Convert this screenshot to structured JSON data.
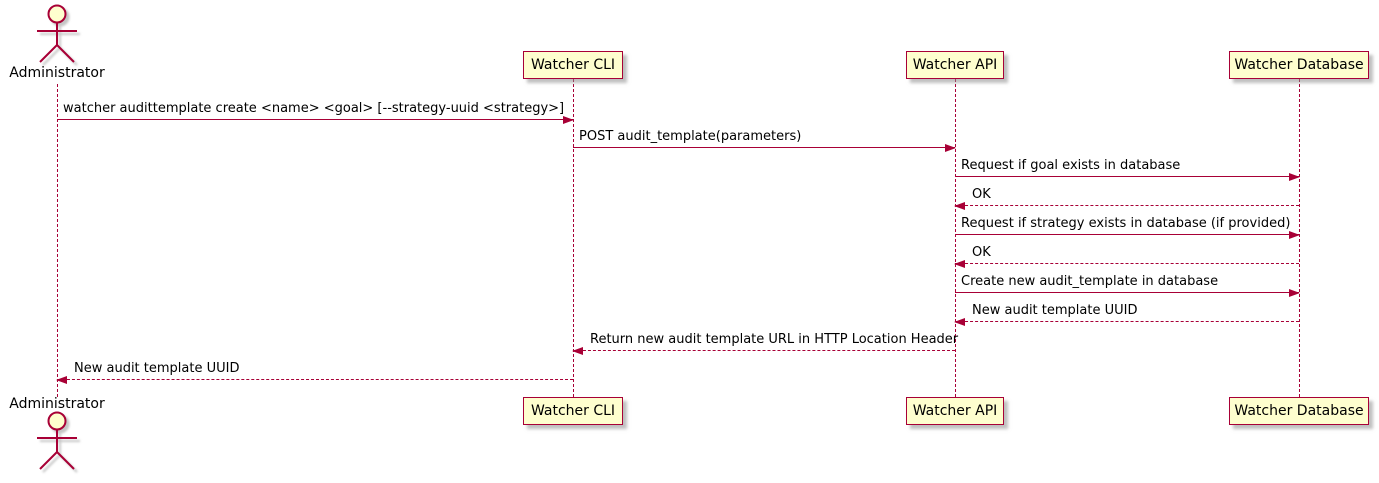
{
  "diagram": {
    "type": "uml-sequence",
    "colors": {
      "accent": "#A80036",
      "participant_fill": "#FEFECE",
      "text": "#000000",
      "background": "#FFFFFF"
    }
  },
  "actors": [
    {
      "name": "Administrator"
    }
  ],
  "participants": [
    {
      "label": "Watcher CLI"
    },
    {
      "label": "Watcher API"
    },
    {
      "label": "Watcher Database"
    }
  ],
  "messages": [
    {
      "from": "Administrator",
      "to": "Watcher CLI",
      "style": "solid",
      "label": "watcher audittemplate create <name> <goal> [--strategy-uuid <strategy>]"
    },
    {
      "from": "Watcher CLI",
      "to": "Watcher API",
      "style": "solid",
      "label": "POST audit_template(parameters)"
    },
    {
      "from": "Watcher API",
      "to": "Watcher Database",
      "style": "solid",
      "label": "Request if goal exists in database"
    },
    {
      "from": "Watcher Database",
      "to": "Watcher API",
      "style": "dashed",
      "label": "OK"
    },
    {
      "from": "Watcher API",
      "to": "Watcher Database",
      "style": "solid",
      "label": "Request if strategy exists in database (if provided)"
    },
    {
      "from": "Watcher Database",
      "to": "Watcher API",
      "style": "dashed",
      "label": "OK"
    },
    {
      "from": "Watcher API",
      "to": "Watcher Database",
      "style": "solid",
      "label": "Create new audit_template in database"
    },
    {
      "from": "Watcher Database",
      "to": "Watcher API",
      "style": "dashed",
      "label": "New audit template UUID"
    },
    {
      "from": "Watcher API",
      "to": "Watcher CLI",
      "style": "dashed",
      "label": "Return new audit template URL in HTTP Location Header"
    },
    {
      "from": "Watcher CLI",
      "to": "Administrator",
      "style": "dashed",
      "label": "New audit template UUID"
    }
  ]
}
